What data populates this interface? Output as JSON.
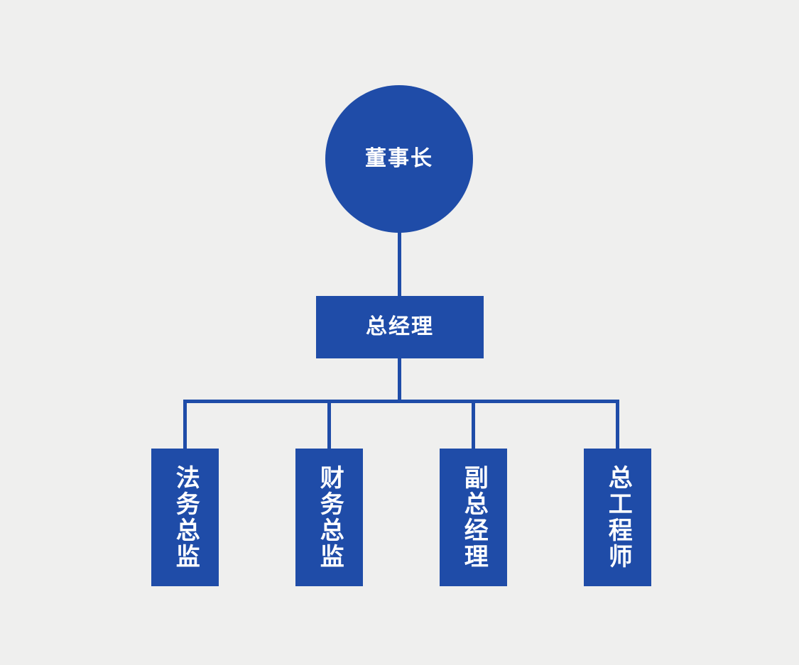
{
  "chart_data": {
    "type": "diagram",
    "diagram_type": "organizational-chart",
    "title": "",
    "orientation": "top-down",
    "node_color": "#1f4ca8",
    "text_color": "#ffffff",
    "background_color": "#efefee",
    "connector_color": "#1f4ca8",
    "levels": [
      {
        "level": 1,
        "labels": [
          "董事长"
        ]
      },
      {
        "level": 2,
        "labels": [
          "总经理"
        ]
      },
      {
        "level": 3,
        "labels": [
          "法务总监",
          "财务总监",
          "副总经理",
          "总工程师"
        ]
      }
    ],
    "edges": [
      {
        "from": "董事长",
        "to": "总经理"
      },
      {
        "from": "总经理",
        "to": "法务总监"
      },
      {
        "from": "总经理",
        "to": "财务总监"
      },
      {
        "from": "总经理",
        "to": "副总经理"
      },
      {
        "from": "总经理",
        "to": "总工程师"
      }
    ]
  },
  "chart": {
    "root": {
      "label": "董事长",
      "shape": "circle"
    },
    "second": {
      "label": "总经理",
      "shape": "rectangle"
    },
    "leaves": [
      {
        "label": "法务总监",
        "shape": "rectangle"
      },
      {
        "label": "财务总监",
        "shape": "rectangle"
      },
      {
        "label": "副总经理",
        "shape": "rectangle"
      },
      {
        "label": "总工程师",
        "shape": "rectangle"
      }
    ]
  }
}
